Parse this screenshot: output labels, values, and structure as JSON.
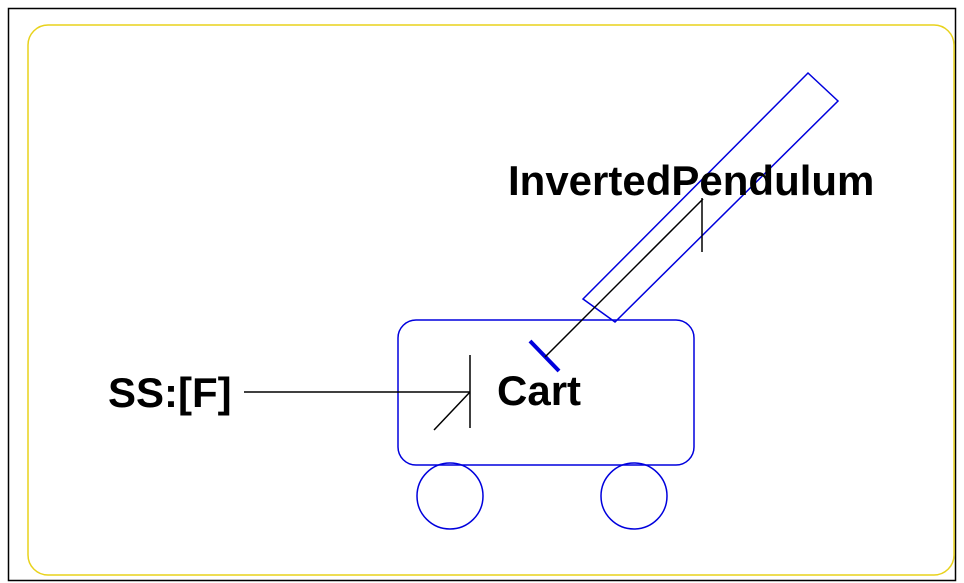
{
  "colors": {
    "frame_outer": "#000000",
    "frame_inner": "#e8d21c",
    "component": "#0000dd",
    "bond": "#000000",
    "text": "#000000",
    "background": "#ffffff"
  },
  "labels": {
    "source": "SS:[F]",
    "cart": "Cart",
    "pendulum": "InvertedPendulum"
  },
  "icons": {
    "cart_body": "cart-body-icon",
    "wheel": "wheel-icon",
    "pendulum_rod": "pendulum-rod-icon",
    "bond_arrow": "bond-arrow-icon"
  }
}
